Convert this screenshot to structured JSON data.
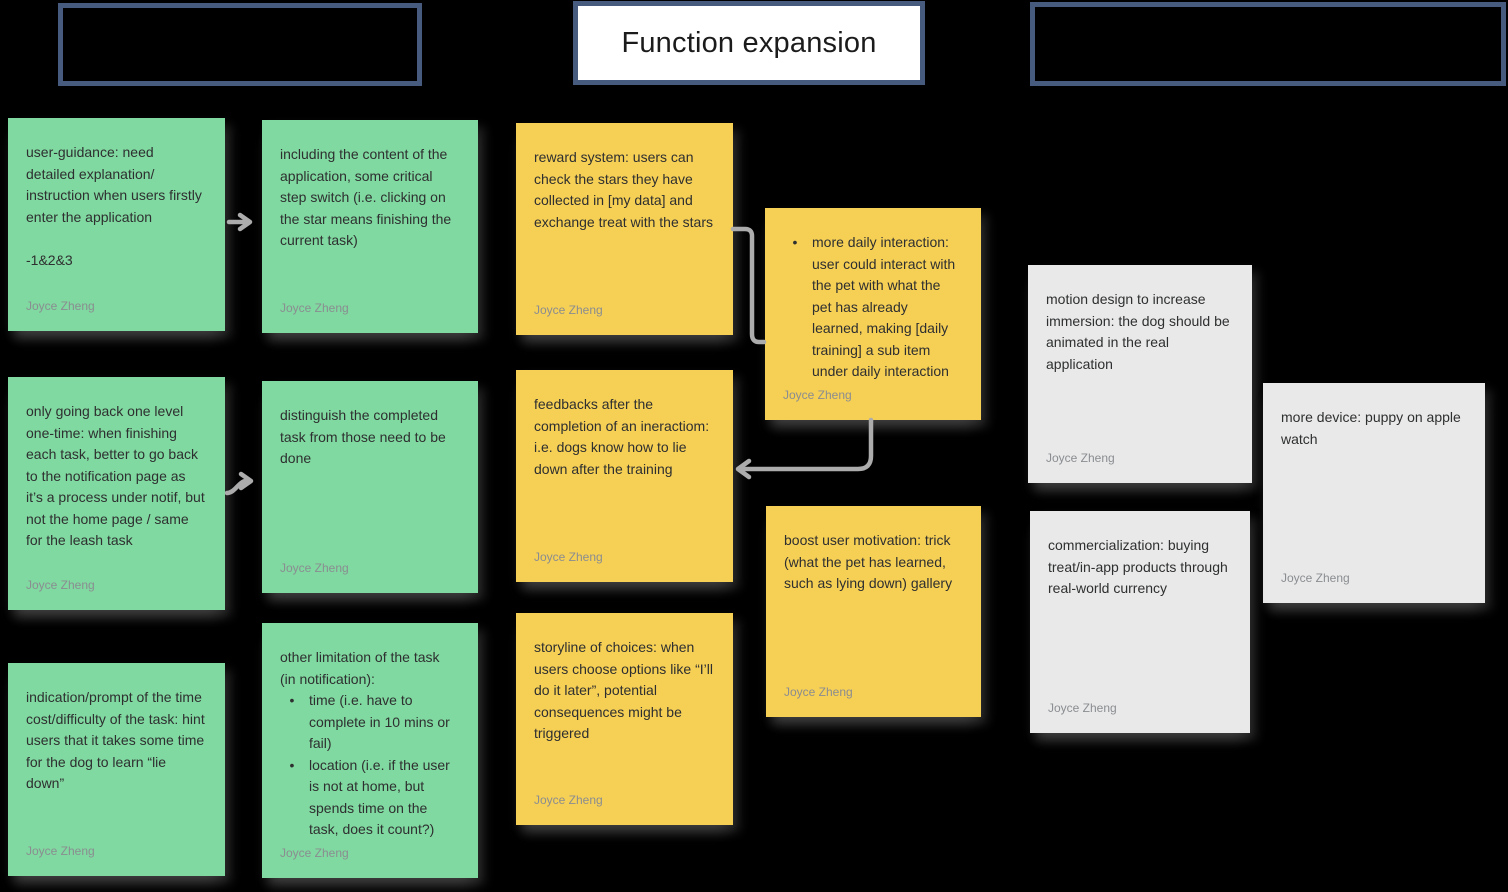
{
  "ui": {
    "bullet": "•"
  },
  "colors": {
    "background": "#000000",
    "note_green": "#80D9A0",
    "note_yellow": "#F6CF55",
    "note_gray": "#E9E9E9",
    "header_border": "#475B7E",
    "header_fill_center": "#FFFFFF",
    "connector": "#ACACAC",
    "note_text": "#2E2F30",
    "author_text": "#8A8D91"
  },
  "headers": {
    "left": {
      "label": ""
    },
    "center": {
      "label": "Function expansion"
    },
    "right": {
      "label": ""
    }
  },
  "notes": {
    "user_guidance": {
      "text": "user-guidance: need detailed explanation/\ninstruction when users firstly enter the application\n\n-1&2&3",
      "author": "Joyce Zheng"
    },
    "back_one_level": {
      "text": "only going back one level one-time: when finishing each task, better to go back to the notification page as it’s a process under notif, but not the home page / same for the leash task",
      "author": "Joyce Zheng"
    },
    "time_indication": {
      "text": "indication/prompt of the time cost/difficulty of the task: hint users that it takes some time for the dog to learn “lie down”",
      "author": "Joyce Zheng"
    },
    "content_inclusion": {
      "text": "including the content of the application, some critical step switch (i.e. clicking on the star means finishing the current task)",
      "author": "Joyce Zheng"
    },
    "distinguish_completed": {
      "text": "distinguish the completed task from those need to be done",
      "author": "Joyce Zheng"
    },
    "task_limitations": {
      "intro": "other limitation of the task (in notification):",
      "bullets": [
        "time (i.e. have to complete in 10 mins or fail)",
        "location (i.e. if the user is not at home, but spends time on the task, does it count?)"
      ],
      "author": "Joyce Zheng"
    },
    "reward_system": {
      "text": "reward system: users can check the stars they have collected in [my data] and exchange treat with the stars",
      "author": "Joyce Zheng"
    },
    "feedbacks": {
      "text": "feedbacks after the completion of an ineractiom: i.e. dogs know how to lie down after the training",
      "author": "Joyce Zheng"
    },
    "storyline_choices": {
      "text": "storyline of choices: when users choose options like “I’ll do it later”, potential consequences might be triggered",
      "author": "Joyce Zheng"
    },
    "daily_interaction": {
      "bullets": [
        "more daily interaction: user could interact with the pet with what the pet has already learned, making [daily training] a sub item under daily interaction"
      ],
      "author": "Joyce Zheng"
    },
    "boost_motivation": {
      "text": "boost user motivation: trick (what the pet has learned, such as lying down) gallery",
      "author": "Joyce Zheng"
    },
    "motion_design": {
      "text": "motion design to increase immersion: the dog should be animated in the real application",
      "author": "Joyce Zheng"
    },
    "more_device": {
      "text": "more device: puppy on apple watch",
      "author": "Joyce Zheng"
    },
    "commercialization": {
      "text": "commercialization: buying treat/in-app products through real-world currency",
      "author": "Joyce Zheng"
    }
  }
}
